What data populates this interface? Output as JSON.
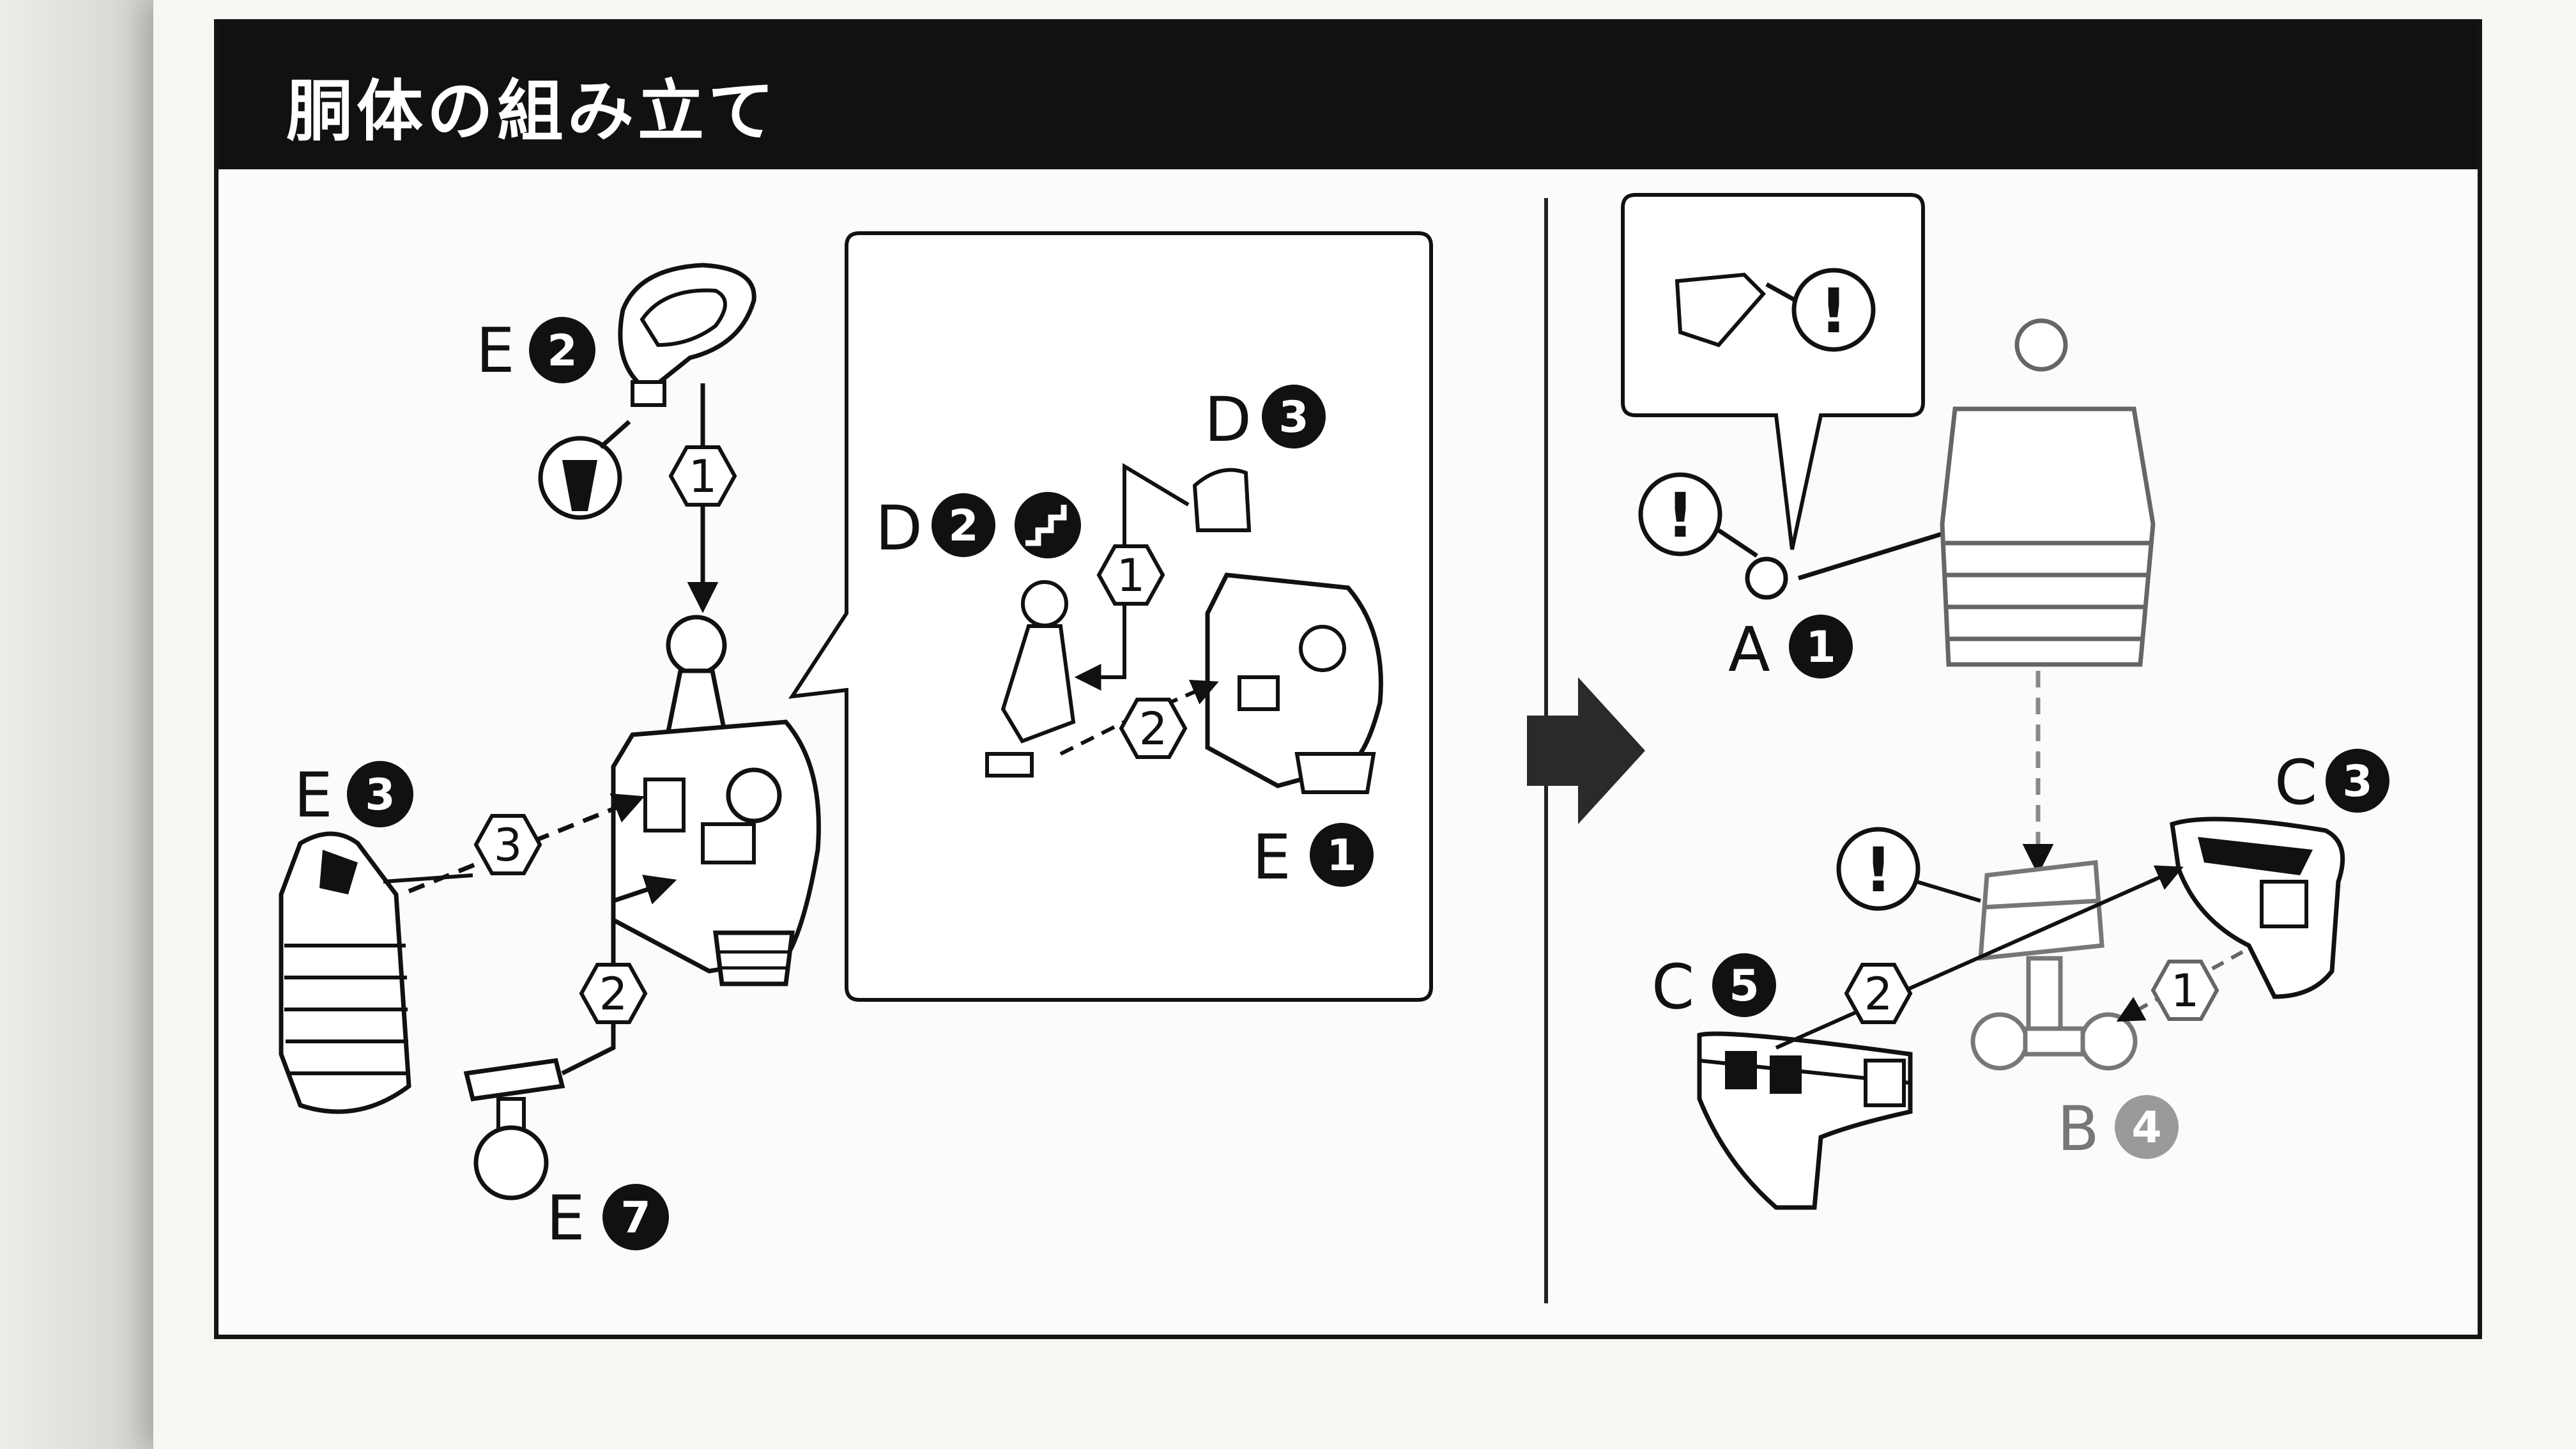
{
  "page": {
    "title": "胴体の組み立て"
  },
  "parts": {
    "e2": {
      "letter": "E",
      "number": "2"
    },
    "e3": {
      "letter": "E",
      "number": "3"
    },
    "e7": {
      "letter": "E",
      "number": "7"
    },
    "d2": {
      "letter": "D",
      "number": "2"
    },
    "d3": {
      "letter": "D",
      "number": "3"
    },
    "e1": {
      "letter": "E",
      "number": "1"
    },
    "a1": {
      "letter": "A",
      "number": "1"
    },
    "c3": {
      "letter": "C",
      "number": "3"
    },
    "c5": {
      "letter": "C",
      "number": "5"
    },
    "b4": {
      "letter": "B",
      "number": "4"
    }
  },
  "steps": {
    "left_1": "1",
    "left_2": "2",
    "left_3": "3",
    "inset_1": "1",
    "inset_2": "2",
    "right_1": "1",
    "right_2": "2"
  },
  "icons": {
    "attention_symbol": "!",
    "attention_icon": "exclamation-circle-icon",
    "next_arrow_icon": "right-arrow-icon",
    "cut_icon": "nipper-icon",
    "paint_icon": "stairs-icon"
  },
  "colors": {
    "header_bg": "#111111",
    "header_text": "#ffffff",
    "ink": "#111111"
  }
}
